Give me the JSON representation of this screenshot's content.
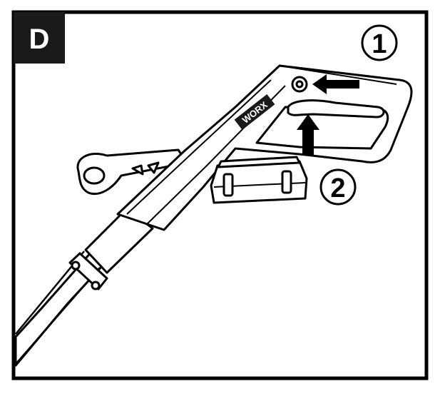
{
  "panel": {
    "letter": "D",
    "brand_text": "WORX"
  },
  "steps": [
    {
      "number": "1"
    },
    {
      "number": "2"
    }
  ],
  "colors": {
    "ink": "#000000",
    "paper": "#ffffff",
    "badge": "#1a1a1a"
  }
}
